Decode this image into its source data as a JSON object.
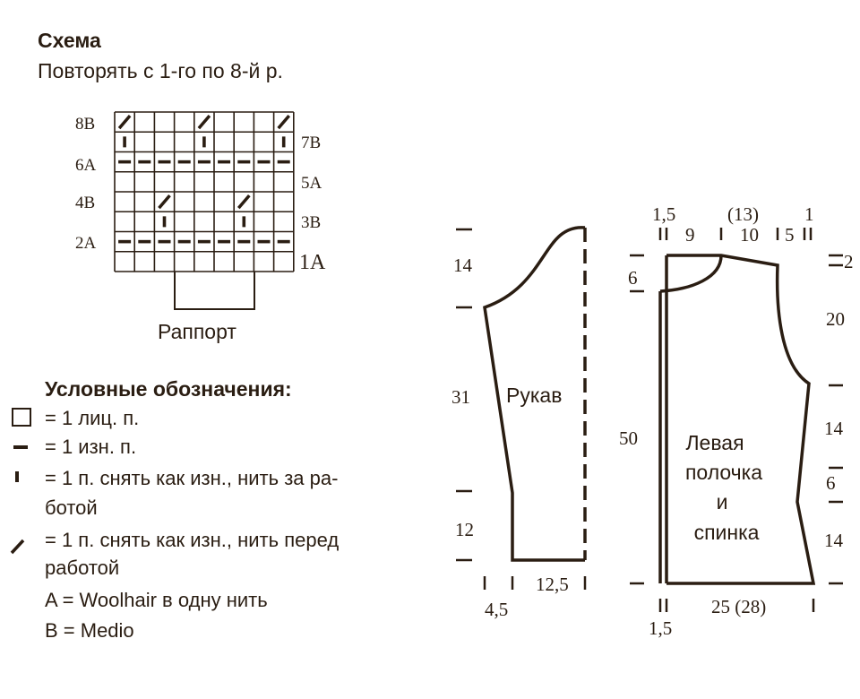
{
  "scheme": {
    "title": "Схема",
    "subtitle": "Повторять с 1-го по 8-й р.",
    "repeat_label": "Раппорт",
    "row_labels_left": [
      "8B",
      "6A",
      "4B",
      "2A"
    ],
    "row_labels_right": [
      "7B",
      "5A",
      "3B",
      "1A"
    ]
  },
  "legend": {
    "heading": "Условные обозначения:",
    "items": [
      {
        "symbol": "empty-square",
        "lines": [
          "= 1 лиц. п."
        ]
      },
      {
        "symbol": "dash",
        "lines": [
          "= 1 изн. п."
        ]
      },
      {
        "symbol": "vertical-bar",
        "lines": [
          "= 1 п. снять как изн., нить за ра-",
          "ботой"
        ]
      },
      {
        "symbol": "slash",
        "lines": [
          "= 1 п. снять как изн., нить перед",
          "работой"
        ]
      }
    ],
    "yarns": [
      "A = Woolhair в одну нить",
      "B = Medio"
    ]
  },
  "sleeve": {
    "label": "Рукав",
    "dims_left": [
      "14",
      "31",
      "12"
    ],
    "dims_bottom": [
      "4,5",
      "12,5"
    ]
  },
  "body": {
    "label_lines": [
      "Левая",
      "полочка",
      "и",
      "спинка"
    ],
    "top_dims": [
      "1,5",
      "(13)",
      "1",
      "9",
      "10",
      "5"
    ],
    "left_dims": [
      "6",
      "50"
    ],
    "right_dims": [
      "2",
      "20",
      "14",
      "6",
      "14"
    ],
    "bottom_dims": [
      "25 (28)",
      "1,5"
    ]
  },
  "colors": {
    "ink": "#2a1d12",
    "background": "#ffffff"
  }
}
